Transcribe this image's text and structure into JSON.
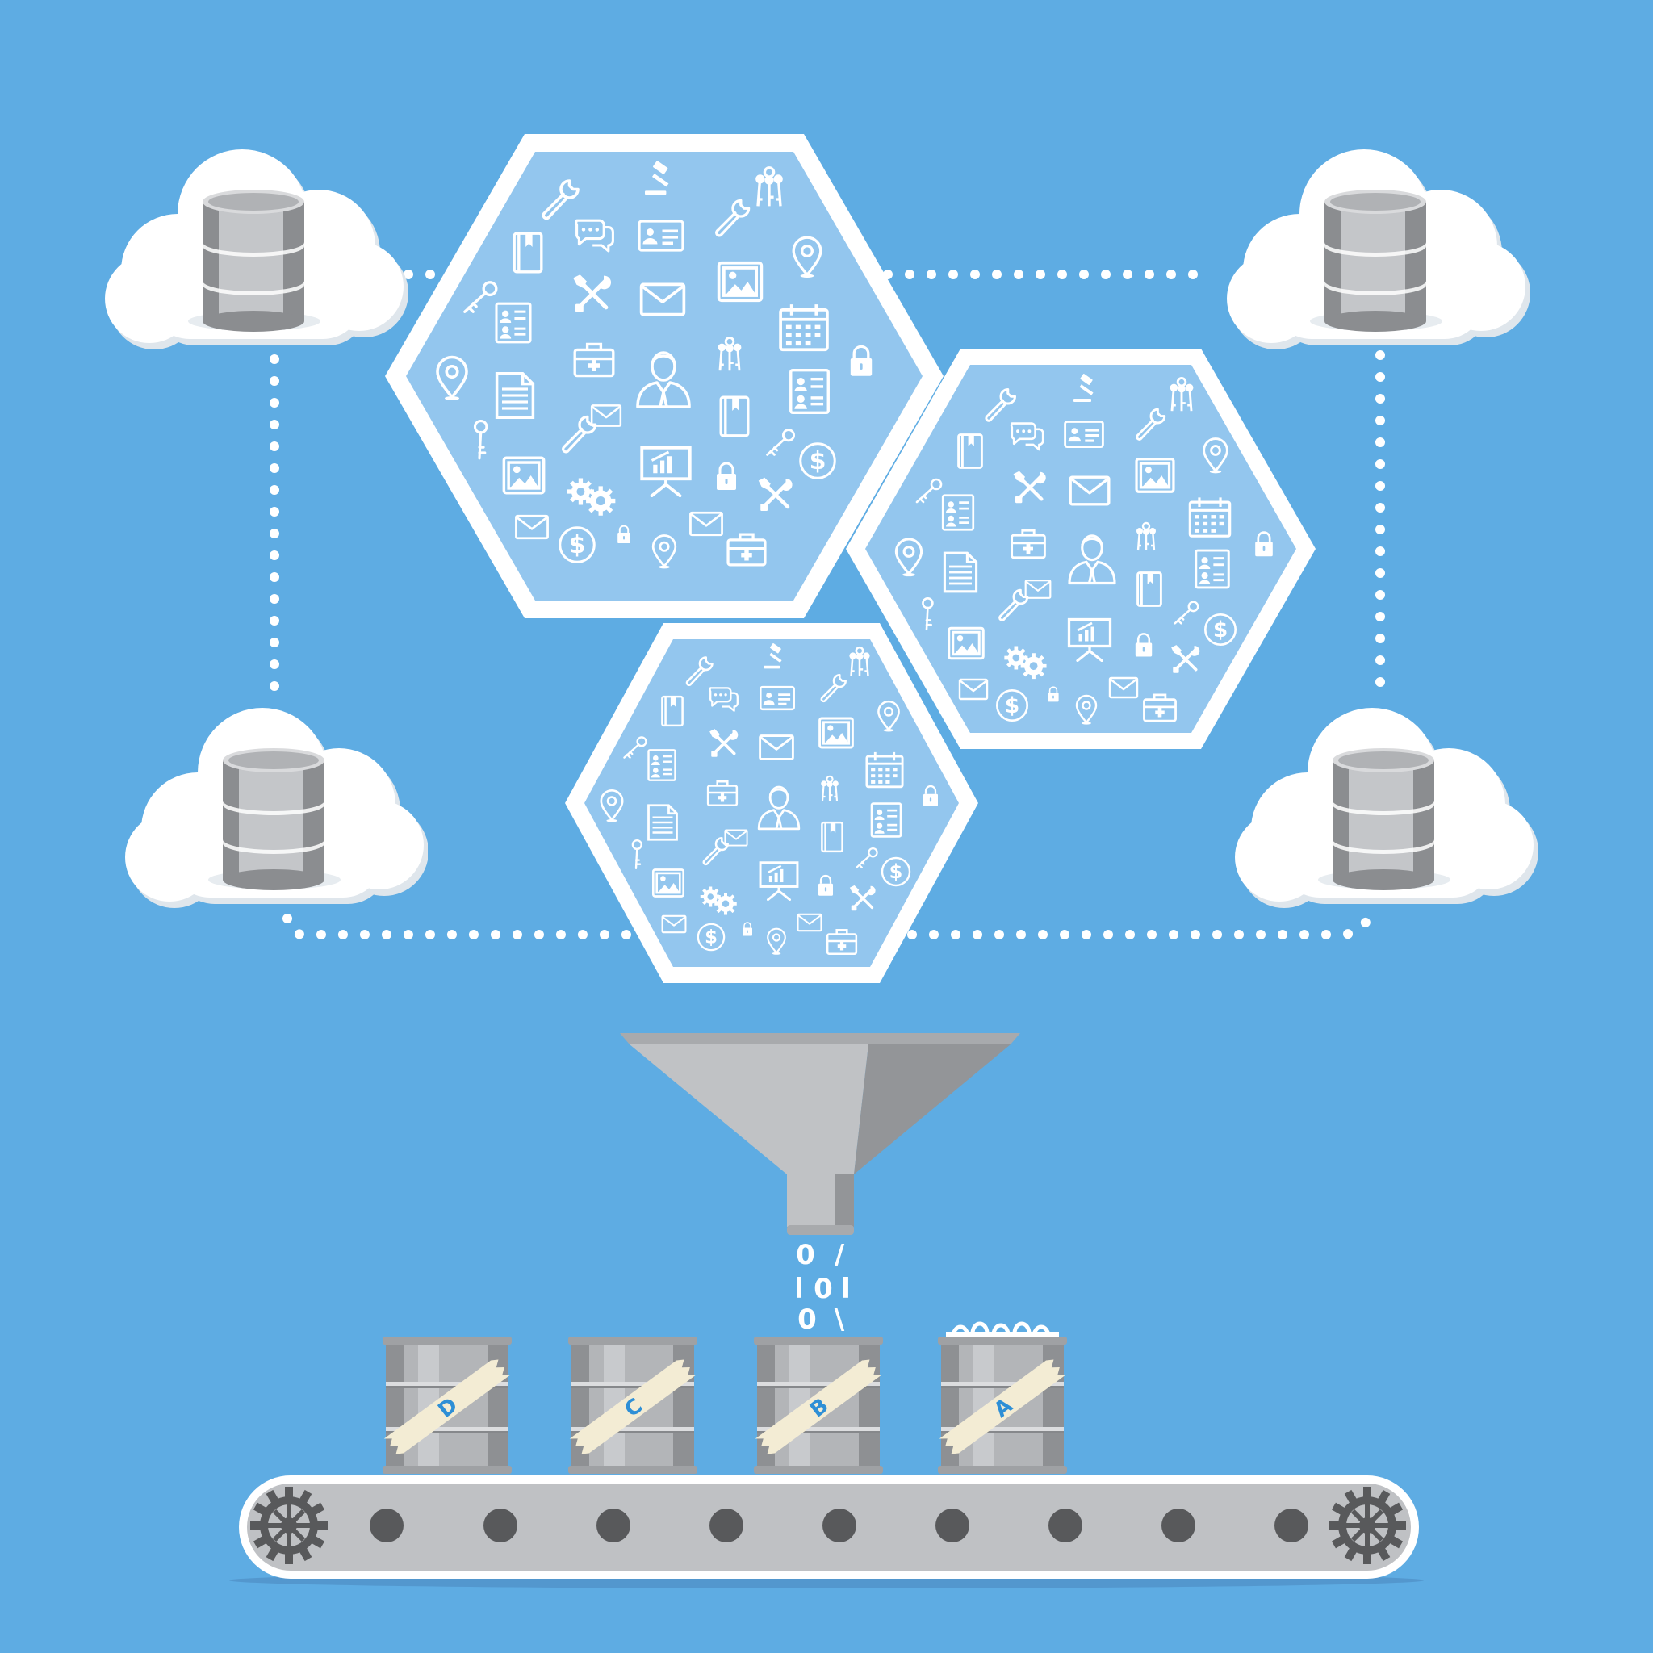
{
  "colors": {
    "background": "#5eace3",
    "hex_fill": "#93c6ee",
    "hex_border": "#ffffff",
    "cloud": "#ffffff",
    "cloud_shadow": "#dfe6ec",
    "db_light": "#c4c6c9",
    "db_dark": "#8b8d90",
    "funnel_light": "#c0c2c5",
    "funnel_dark": "#939598",
    "barrel": "#b3b5b8",
    "barrel_dark": "#8e9093",
    "tape": "#f3ecd4",
    "label_text": "#2e8fd6",
    "conveyor": "#bfc1c4",
    "roller": "#58595b"
  },
  "binary_stream": [
    [
      "0",
      "/"
    ],
    [
      "l",
      "0",
      "l"
    ],
    [
      "0",
      "\\"
    ]
  ],
  "barrels": [
    {
      "label": "D"
    },
    {
      "label": "C"
    },
    {
      "label": "B"
    },
    {
      "label": "A",
      "overflowing": true
    }
  ],
  "hexagon_icons": [
    "wrench-icon",
    "gavel-icon",
    "keys-icon",
    "chat-bubbles-icon",
    "id-card-icon",
    "book-icon",
    "picture-icon",
    "map-pin-icon",
    "key-icon",
    "tools-cross-icon",
    "envelope-icon",
    "calendar-icon",
    "resume-icon",
    "briefcase-icon",
    "padlock-icon",
    "user-avatar-icon",
    "document-icon",
    "presentation-chart-icon",
    "dollar-coin-icon",
    "gears-icon",
    "first-aid-kit-icon"
  ]
}
